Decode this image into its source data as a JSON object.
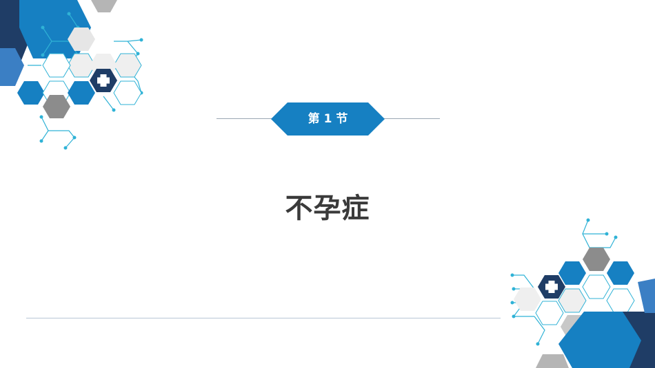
{
  "section": {
    "label": "第 1 节"
  },
  "title": "不孕症",
  "colors": {
    "primary_blue": "#1680c2",
    "dark_navy": "#1f3d66",
    "gray": "#8c8c8c",
    "light_gray": "#efefef",
    "line_cyan": "#2fb2d6",
    "title_text": "#3a3a3a"
  },
  "icons": [
    "medical-cross-icon",
    "hexagon-molecule-decoration"
  ]
}
